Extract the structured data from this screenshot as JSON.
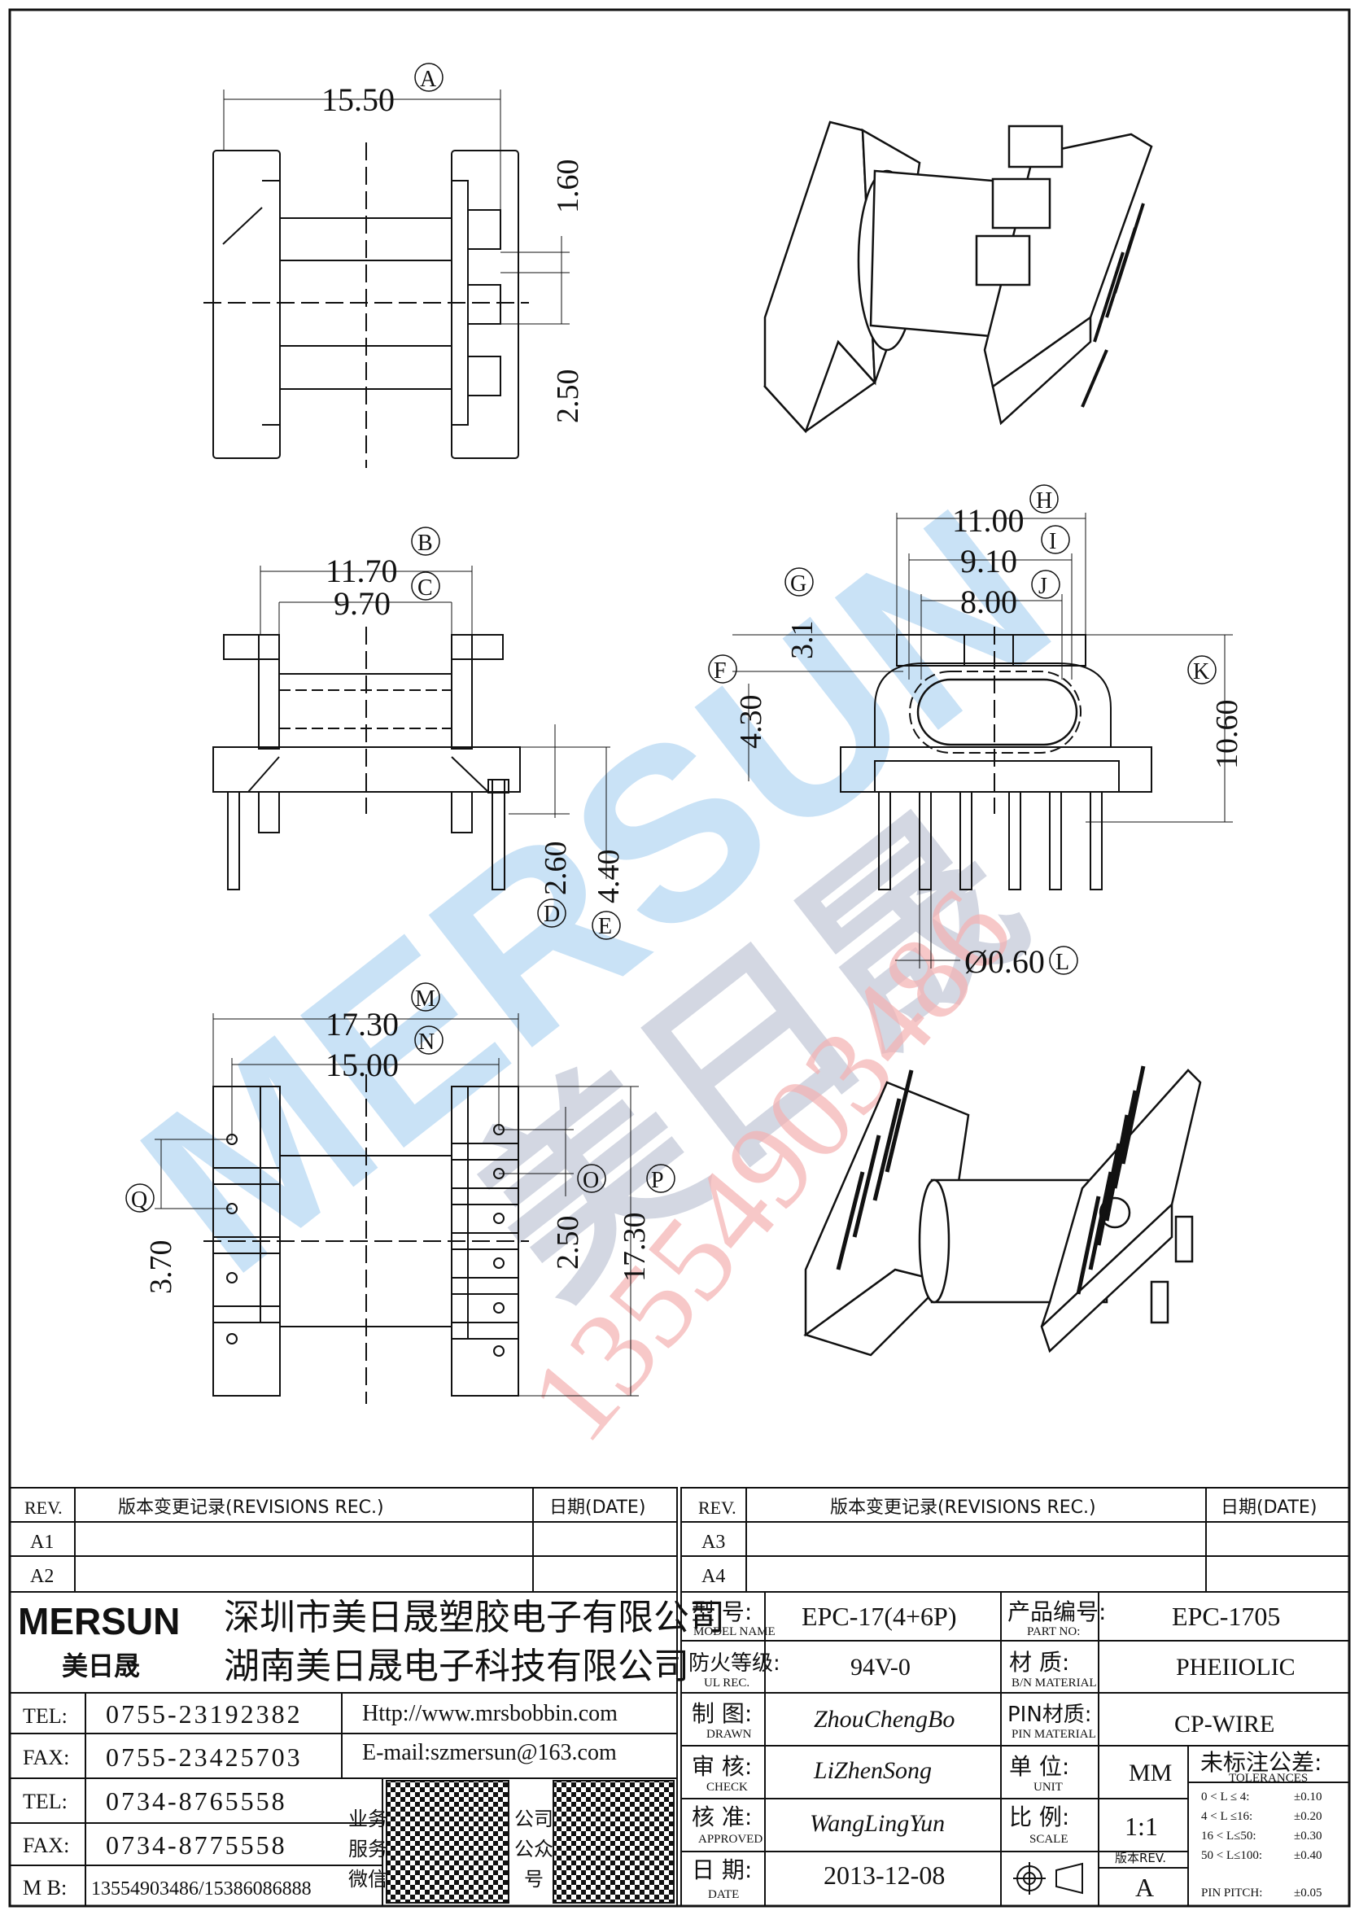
{
  "watermark": {
    "brand": "MERSUN",
    "cn": "美日晟",
    "phone": "13554903486",
    "brand_color": "#9ecbef",
    "phone_color": "#f4b2b2"
  },
  "dimensions": {
    "top_view": {
      "A_value": "15.50",
      "A_label": "A",
      "pitch_a": "1.60",
      "pitch_b": "2.50"
    },
    "front_view": {
      "B_value": "11.70",
      "B_label": "B",
      "C_value": "9.70",
      "C_label": "C",
      "D_value": "2.60",
      "D_label": "D",
      "E_value": "4.40",
      "E_label": "E"
    },
    "side_view": {
      "H_value": "11.00",
      "H_label": "H",
      "I_value": "9.10",
      "I_label": "I",
      "J_value": "8.00",
      "J_label": "J",
      "G_value": "3.1",
      "G_label": "G",
      "F_label": "F",
      "F_value": "4.30",
      "K_label": "K",
      "K_value": "10.60",
      "L_value": "Ø0.60",
      "L_label": "L"
    },
    "bottom_view": {
      "M_value": "17.30",
      "M_label": "M",
      "N_value": "15.00",
      "N_label": "N",
      "O_label": "O",
      "O_value": "2.50",
      "P_label": "P",
      "P_value": "17.30",
      "Q_label": "Q",
      "Q_value": "3.70"
    }
  },
  "revisions": {
    "left": {
      "rev_header": "REV.",
      "rec_header": "版本变更记录(REVISIONS REC.)",
      "date_header": "日期(DATE)",
      "rows": [
        "A1",
        "A2"
      ]
    },
    "right": {
      "rev_header": "REV.",
      "rec_header": "版本变更记录(REVISIONS REC.)",
      "date_header": "日期(DATE)",
      "rows": [
        "A3",
        "A4"
      ]
    }
  },
  "company": {
    "logo_text": "MERSUN",
    "logo_cn": "美日晟",
    "name1": "深圳市美日晟塑胶电子有限公司",
    "name2": "湖南美日晟电子科技有限公司",
    "contacts": [
      {
        "label": "TEL:",
        "value": "0755-23192382",
        "extra": "Http://www.mrsbobbin.com"
      },
      {
        "label": "FAX:",
        "value": "0755-23425703",
        "extra": "E-mail:szmersun@163.com"
      },
      {
        "label": "TEL:",
        "value": "0734-8765558"
      },
      {
        "label": "FAX:",
        "value": "0734-8775558"
      },
      {
        "label": "M B:",
        "value": "13554903486/15386086888"
      }
    ],
    "qr1_label": [
      "业务",
      "服务",
      "微信"
    ],
    "qr2_label": [
      "公司",
      "公众",
      "号"
    ]
  },
  "title_block": {
    "model": {
      "label_cn": "型  号:",
      "label_en": "MODEL NAME",
      "value": "EPC-17(4+6P)"
    },
    "part_no": {
      "label_cn": "产品编号:",
      "label_en": "PART NO:",
      "value": "EPC-1705"
    },
    "ul": {
      "label_cn": "防火等级:",
      "label_en": "UL REC.",
      "value": "94V-0"
    },
    "material": {
      "label_cn": "材  质:",
      "label_en": "B/N MATERIAL",
      "value": "PHEIIOLIC"
    },
    "drawn": {
      "label_cn": "制  图:",
      "label_en": "DRAWN",
      "value": "ZhouChengBo"
    },
    "pin_material": {
      "label_cn": "PIN材质:",
      "label_en": "PIN MATERIAL",
      "value": "CP-WIRE"
    },
    "check": {
      "label_cn": "审  核:",
      "label_en": "CHECK",
      "value": "LiZhenSong"
    },
    "unit": {
      "label_cn": "单  位:",
      "label_en": "UNIT",
      "value": "MM"
    },
    "tolerance": {
      "label_cn": "未标注公差:",
      "label_en": "TOLERANCES",
      "rows": [
        {
          "range": "0 < L ≤  4:",
          "tol": "±0.10"
        },
        {
          "range": "4 < L ≤16:",
          "tol": "±0.20"
        },
        {
          "range": "16 < L≤50:",
          "tol": "±0.30"
        },
        {
          "range": "50 < L≤100:",
          "tol": "±0.40"
        },
        {
          "range": "PIN PITCH:",
          "tol": "±0.05"
        }
      ]
    },
    "approved": {
      "label_cn": "核  准:",
      "label_en": "APPROVED",
      "value": "WangLingYun"
    },
    "scale": {
      "label_cn": "比  例:",
      "label_en": "SCALE",
      "value": "1:1"
    },
    "date": {
      "label_cn": "日  期:",
      "label_en": "DATE",
      "value": "2013-12-08"
    },
    "version": {
      "label": "版本REV.",
      "value": "A"
    }
  }
}
